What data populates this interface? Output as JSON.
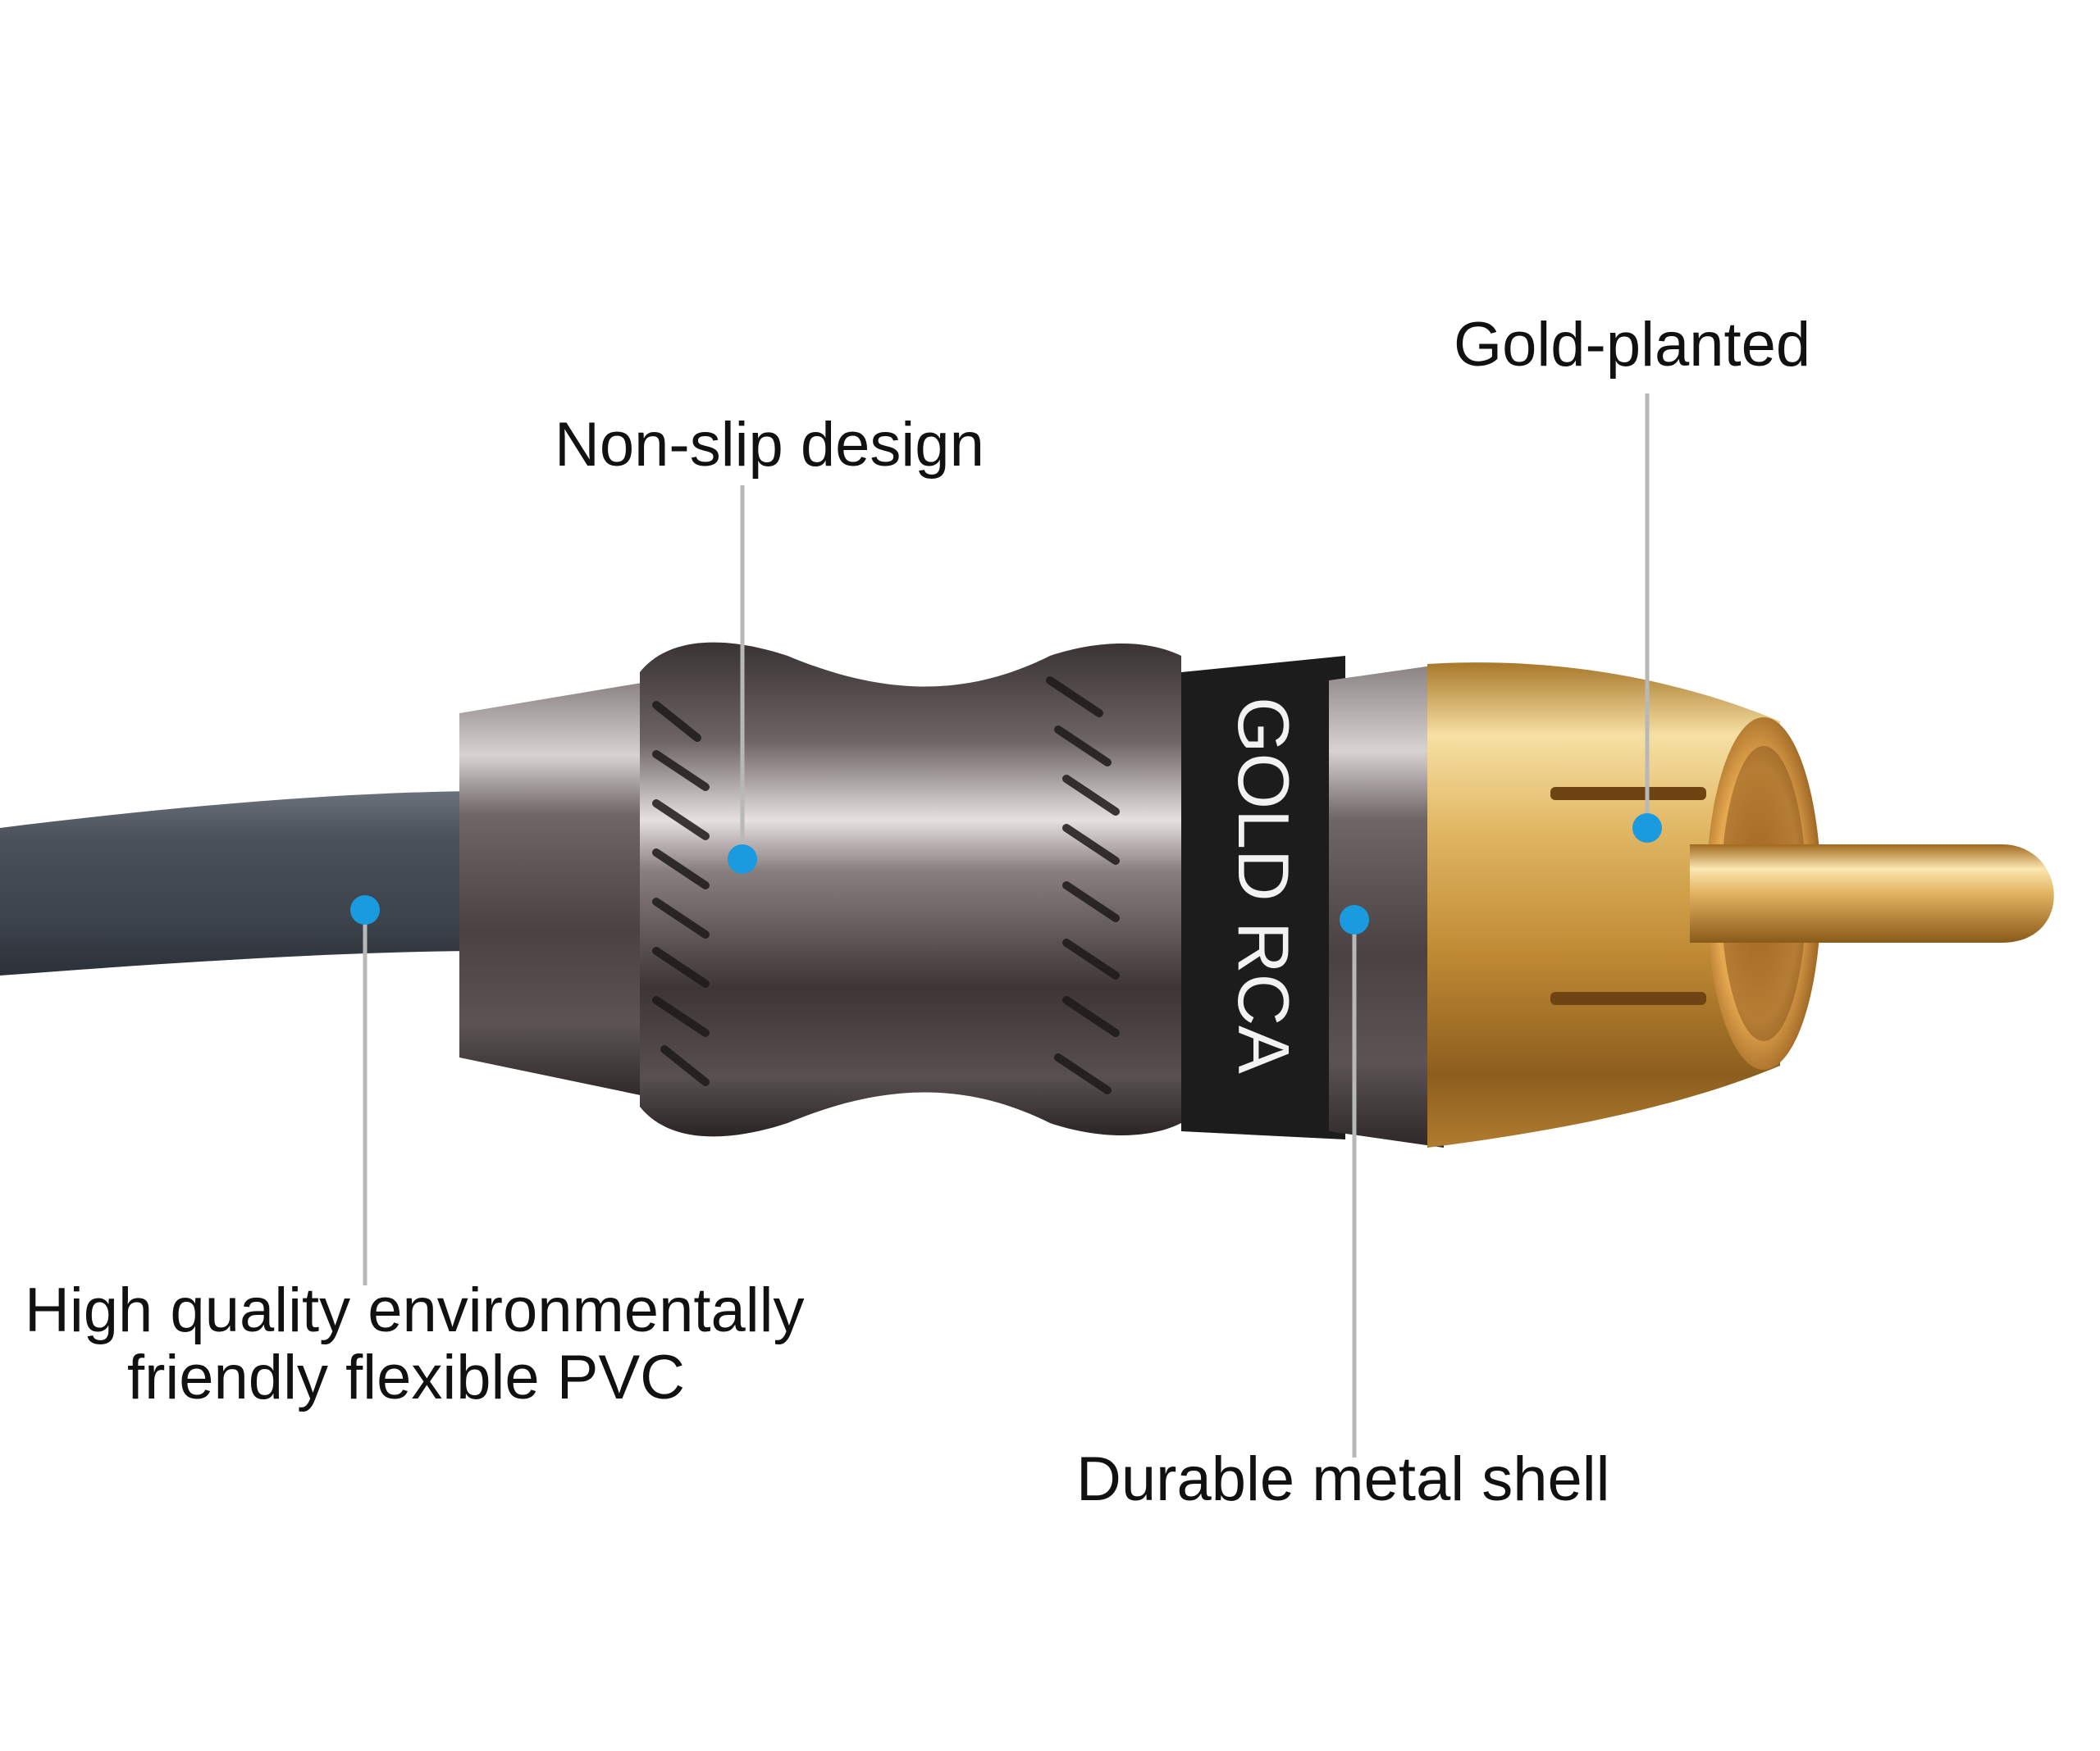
{
  "callouts": {
    "non_slip": "Non-slip design",
    "gold_plated": "Gold-planted",
    "pvc_line1": "High quality environmentally",
    "pvc_line2": "friendly flexible PVC",
    "metal_shell": "Durable metal shell"
  },
  "connector_ring_text": "GOLD RCA",
  "colors": {
    "background": "#ffffff",
    "marker_dot": "#1a9be0",
    "leader_line": "#b8b8b8",
    "cable": "#4e5560",
    "metal_shell": "#5e5656",
    "gold": "#d9a441",
    "ring": "#1c1c1c"
  },
  "icons": [
    "callout-dot-icon",
    "rca-connector-illustration"
  ]
}
